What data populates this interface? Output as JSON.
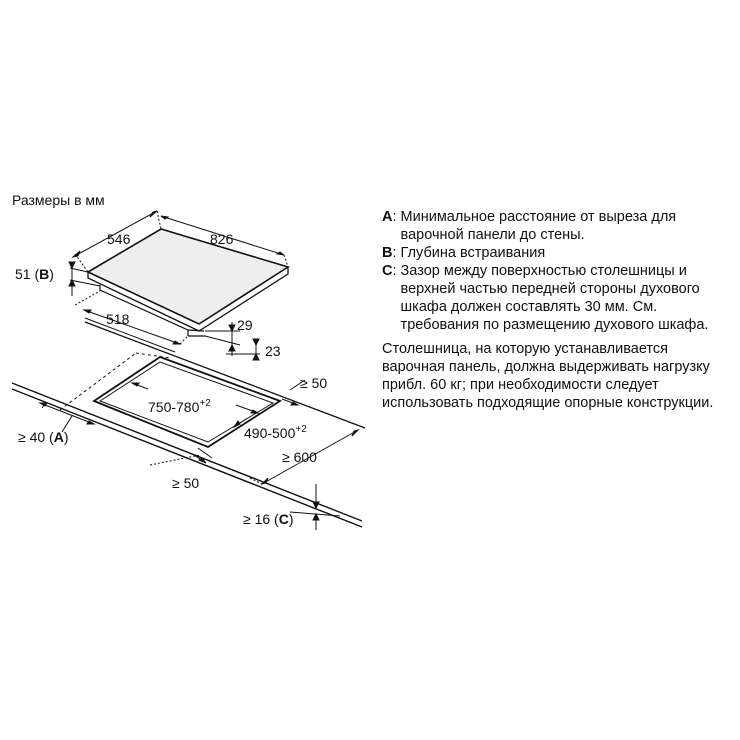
{
  "caption": "Размеры в мм",
  "dimensions": {
    "hob_width": "826",
    "hob_depth": "546",
    "frame_height": "51",
    "frame_ref": "B",
    "underside_width": "518",
    "thickness_29": "29",
    "thickness_23": "23",
    "cutout_width": "750-780",
    "cutout_width_tol": "+2",
    "cutout_depth": "490-500",
    "cutout_depth_tol": "+2",
    "gap_back": "≥ 50",
    "dist_wall": "≥ 40",
    "dist_wall_ref": "A",
    "worktop_depth": "≥ 600",
    "gap_front": "≥ 50",
    "gap_oven": "≥ 16",
    "gap_oven_ref": "C"
  },
  "legend": [
    {
      "key": "A",
      "text": "Минимальное расстояние от выреза для варочной панели до стены."
    },
    {
      "key": "B",
      "text": "Глубина встраивания"
    },
    {
      "key": "C",
      "text": "Зазор между поверхностью столешницы и верхней частью передней стороны духового шкафа должен составлять 30 мм. См. требования по размещению духового шкафа."
    }
  ],
  "note": "Столешница, на которую устанавливается варочная панель, должна выдерживать нагрузку прибл. 60 кг; при необходимости следует использовать подходящие опорные конструкции."
}
